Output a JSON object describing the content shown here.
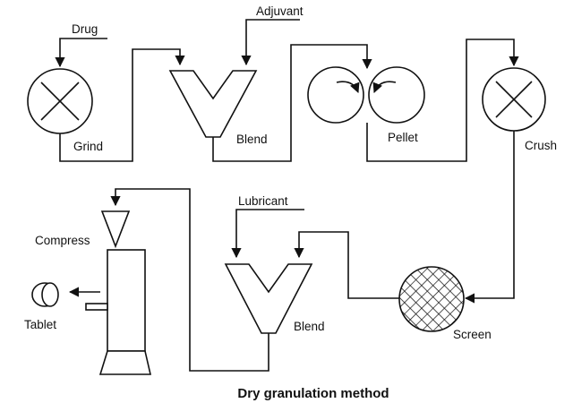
{
  "labels": {
    "drug": "Drug",
    "adjuvant": "Adjuvant",
    "grind": "Grind",
    "blend_top": "Blend",
    "pellet": "Pellet",
    "crush": "Crush",
    "lubricant": "Lubricant",
    "compress": "Compress",
    "tablet": "Tablet",
    "blend_bottom": "Blend",
    "screen": "Screen"
  },
  "caption": "Dry granulation method"
}
